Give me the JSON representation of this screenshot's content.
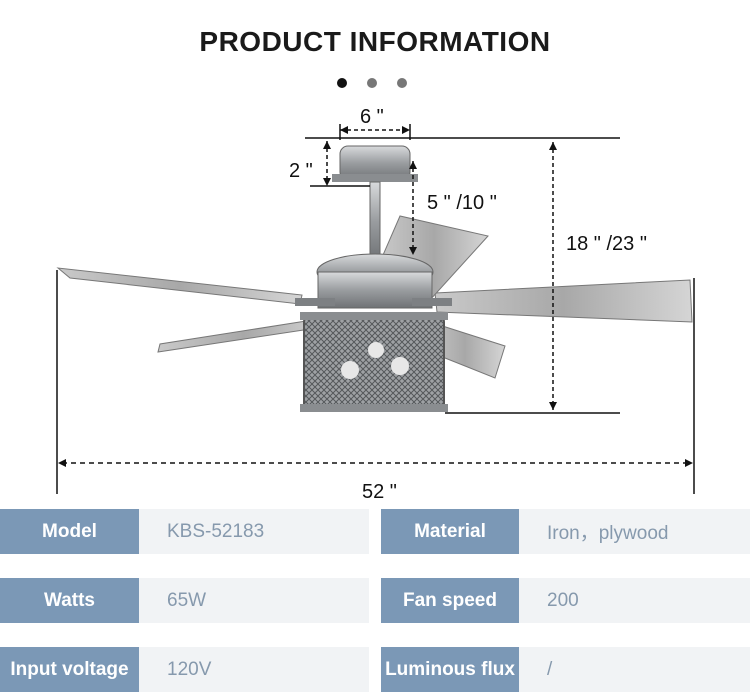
{
  "title": "PRODUCT INFORMATION",
  "carousel": {
    "dot_count": 3,
    "active_index": 0
  },
  "dimensions": {
    "canopy_width": "6 \"",
    "canopy_height": "2 \"",
    "downrod": "5 \" /10 \"",
    "total_height": "18 \" /23 \"",
    "span": "52 \""
  },
  "specs": [
    {
      "label": "Model",
      "value": "KBS-52183"
    },
    {
      "label": "Material",
      "value": "Iron，plywood"
    },
    {
      "label": "Watts",
      "value": "65W"
    },
    {
      "label": "Fan speed",
      "value": "200"
    },
    {
      "label": "Input voltage",
      "value": "120V"
    },
    {
      "label": "Luminous flux",
      "value": "/"
    }
  ],
  "colors": {
    "label_bg": "#7b98b6",
    "value_bg": "#f1f3f5",
    "value_text": "#8699ad"
  }
}
